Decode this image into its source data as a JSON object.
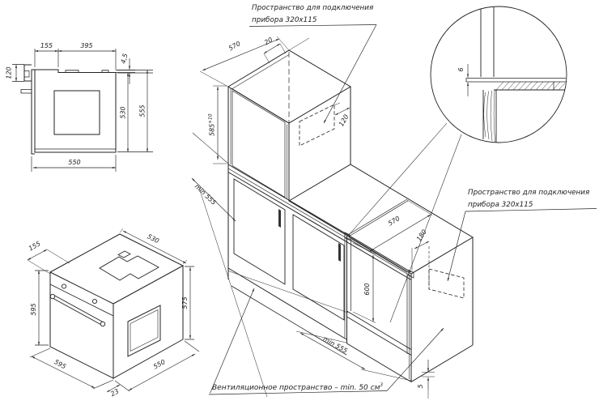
{
  "drawing": {
    "background": "#ffffff",
    "line_color": "#222222",
    "view2d": {
      "dims": {
        "front": "155",
        "recess": "395",
        "lip": "4,5",
        "terminal": "120",
        "body_height": "530",
        "total_height": "555",
        "depth": "550"
      }
    },
    "iso": {
      "dims": {
        "panel": "155",
        "top_width": "530",
        "front_height": "595",
        "back_height": "575",
        "front_width": "595",
        "depth": "550",
        "door_gap": "23"
      }
    },
    "assembly": {
      "dims": {
        "top_depth": "570",
        "top_offset": "20",
        "niche_height": "585",
        "niche_tol": "+10",
        "cutout_top": "120",
        "min_upper": "min 555",
        "inner_height": "600",
        "right_depth": "570",
        "cutout_right": "180",
        "min_lower": "min 555",
        "floor_gap": "5"
      },
      "notes": {
        "conn1": "Пространство для подключения",
        "conn2": "прибора 320х115",
        "vent": "Вентиляционное пространство – min. 50 см",
        "vent_sup": "3"
      }
    },
    "detail": {
      "dims": {
        "gap": "6"
      }
    }
  }
}
